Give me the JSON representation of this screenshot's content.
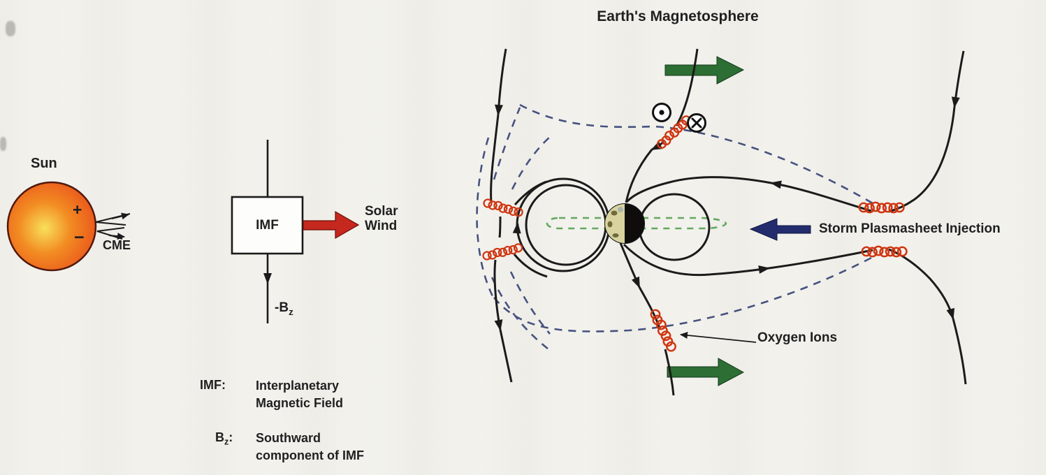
{
  "title": "Earth's Magnetosphere",
  "sun_panel": {
    "sun_label": "Sun",
    "plus_sign": "+",
    "minus_sign": "−",
    "cme_label": "CME"
  },
  "imf_panel": {
    "imf_box_label": "IMF",
    "solar_wind_line1": "Solar",
    "solar_wind_line2": "Wind",
    "bz_arrow_label_main": "-B",
    "bz_arrow_label_sub": "z"
  },
  "legend": {
    "imf_term": "IMF:",
    "imf_definition_line1": "Interplanetary",
    "imf_definition_line2": "Magnetic Field",
    "bz_term_main": "B",
    "bz_term_sub": "z",
    "bz_term_colon": ":",
    "bz_definition_line1": "Southward",
    "bz_definition_line2": "component of IMF"
  },
  "magnetosphere_panel": {
    "storm_injection_label": "Storm Plasmasheet Injection",
    "oxygen_ions_label": "Oxygen Ions",
    "current_out_symbol": "circled-dot",
    "current_in_symbol": "circled-x"
  },
  "colors": {
    "page-bg": "#f2f1ec",
    "field-line": "#1b1b1b",
    "magnetopause": "#47527f",
    "plasmasheet": "#63a85e",
    "coil": "#cf3510",
    "green-arrow": "#2c6e33",
    "navy-arrow": "#232d6e",
    "red-arrow": "#c4281e",
    "sun-core": "#f8e05a",
    "sun-mid": "#f28c22",
    "sun-edge": "#e94e1b"
  }
}
